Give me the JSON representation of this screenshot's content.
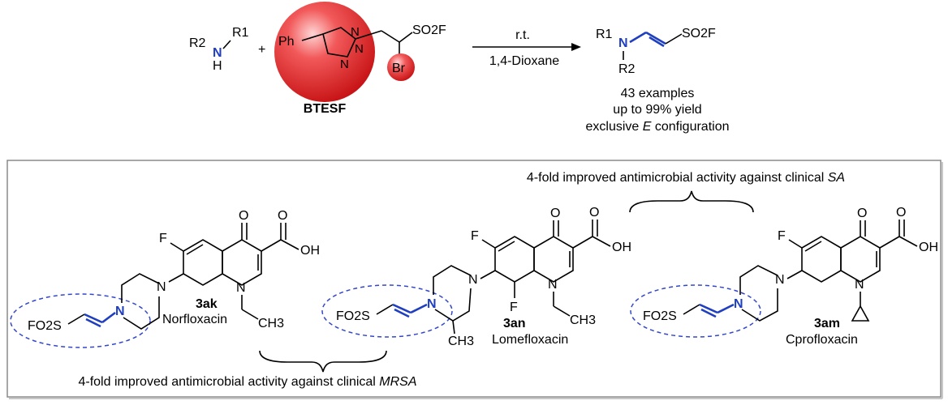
{
  "reaction": {
    "amine_r1": "R1",
    "amine_r2": "R2",
    "amine_n": "N",
    "amine_h": "H",
    "plus": "+",
    "reagent_name": "BTESF",
    "reagent_ph": "Ph",
    "reagent_so2f": "SO2F",
    "reagent_br": "Br",
    "conditions_top": "r.t.",
    "conditions_bottom": "1,4-Dioxane",
    "product_so2f": "SO2F",
    "product_r1": "R1",
    "product_r2": "R2",
    "product_n": "N",
    "result_examples": "43 examples",
    "result_yield": "up to 99% yield",
    "result_config_prefix": "exclusive",
    "result_config_italic": "E",
    "result_config_suffix": "configuration"
  },
  "box": {
    "note_top_prefix": "4-fold improved antimicrobial activity against clinical",
    "note_top_italic": "SA",
    "note_bottom_prefix": "4-fold improved antimicrobial activity against clinical",
    "note_bottom_italic": "MRSA"
  },
  "compounds": [
    {
      "id": "3ak",
      "name": "Norfloxacin",
      "so2": "FO2S",
      "n": "N",
      "f": "F",
      "o": "O",
      "oh": "OH",
      "ch3": "CH3"
    },
    {
      "id": "3an",
      "name": "Lomefloxacin",
      "so2": "FO2S",
      "n": "N",
      "f": "F",
      "f2": "F",
      "o": "O",
      "oh": "OH",
      "ch3": "CH3",
      "ch3b": "CH3"
    },
    {
      "id": "3am",
      "name": "Cprofloxacin",
      "so2": "FO2S",
      "n": "N",
      "f": "F",
      "o": "O",
      "oh": "OH"
    }
  ],
  "colors": {
    "highlight_blue": "#1f3fbf",
    "sphere_red": "#e8272a",
    "frame_gray": "#8a8a8a"
  }
}
